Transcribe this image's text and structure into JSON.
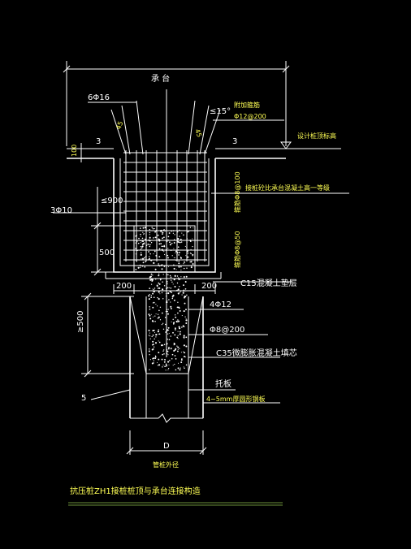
{
  "title": "抗压桩ZH1接桩桩顶与承台连接构造",
  "colors": {
    "background": "#000000",
    "lines": "#ffffff",
    "text": "#ffff55",
    "underline": "#6b8f3a"
  },
  "labels": {
    "cap": "承 台",
    "top_bars": "6Φ16",
    "angle": "≤15°",
    "added_bars": "附加箍筋",
    "added_spec": "Φ12@200",
    "cap_top_level": "设计桩顶标高",
    "dim_100": "100",
    "dim_3_left": "3",
    "dim_3_right": "3",
    "concrete_note": "接桩砼比承台混凝土高一等级",
    "stirrup_top": "箍筋Φ8@100",
    "stirrup_bot": "箍筋Φ8@50",
    "side_bars": "3Φ10",
    "le900": "≤900",
    "dim_500": "500",
    "dim_200_left": "200",
    "dim_200_right": "200",
    "c15": "C15混凝土垫层",
    "bars_4": "4Φ12",
    "stirrup_pile": "Φ8@200",
    "c35": "C35微膨胀混凝土填芯",
    "ge500": "≥500",
    "dim_5": "5",
    "plate": "托板",
    "plate_spec": "4~5mm厚圆形钢板",
    "dim_d": "D",
    "pile_dia": "管桩外径",
    "lf45": "45"
  }
}
